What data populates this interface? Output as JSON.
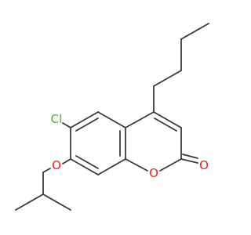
{
  "structure": {
    "atom_labels": {
      "chlorine": "Cl",
      "ether_oxygen": "O",
      "ring_oxygen": "O",
      "carbonyl_oxygen": "O"
    },
    "colors": {
      "bond": "#3a3a3a",
      "chlorine": "#4caf2e",
      "oxygen": "#e8261c"
    }
  }
}
